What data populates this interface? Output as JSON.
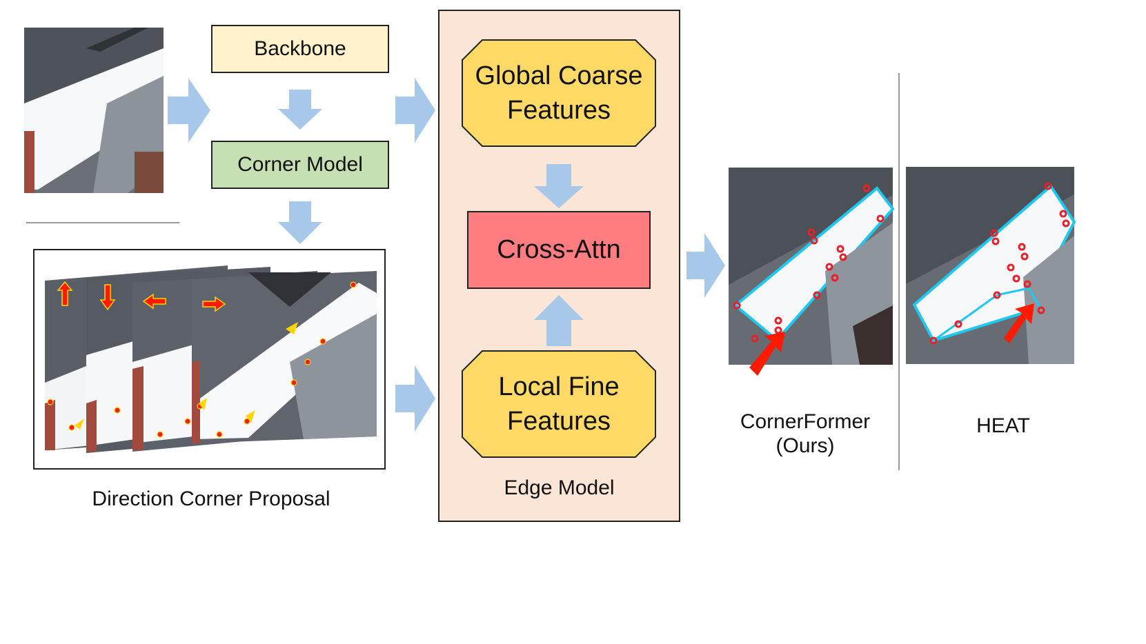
{
  "pipeline": {
    "backbone": "Backbone",
    "corner_model": "Corner Model",
    "direction_corner_proposal": "Direction Corner Proposal"
  },
  "edge_model": {
    "label": "Edge Model",
    "global_line1": "Global Coarse",
    "global_line2": "Features",
    "cross_attn": "Cross-Attn",
    "local_line1": "Local Fine",
    "local_line2": "Features"
  },
  "results": {
    "ours_line1": "CornerFormer",
    "ours_line2": "(Ours)",
    "heat": "HEAT"
  },
  "colors": {
    "arrow": "#a8c8ea",
    "backbone_fill": "#fff2cc",
    "corner_fill": "#c6e0b4",
    "edge_panel_fill": "#fbe5d6",
    "octagon_fill": "#ffd966",
    "cross_attn_fill": "#ff7c80",
    "edge_line": "#1ec8f0",
    "corner_marker": "#e8202a",
    "direction_arrow": "#ff1a00"
  },
  "icons": [
    "arrow-right-icon",
    "arrow-down-icon",
    "arrow-up-icon",
    "direction-up-icon",
    "direction-down-icon",
    "direction-left-icon",
    "direction-right-icon",
    "highlight-arrow-icon"
  ]
}
